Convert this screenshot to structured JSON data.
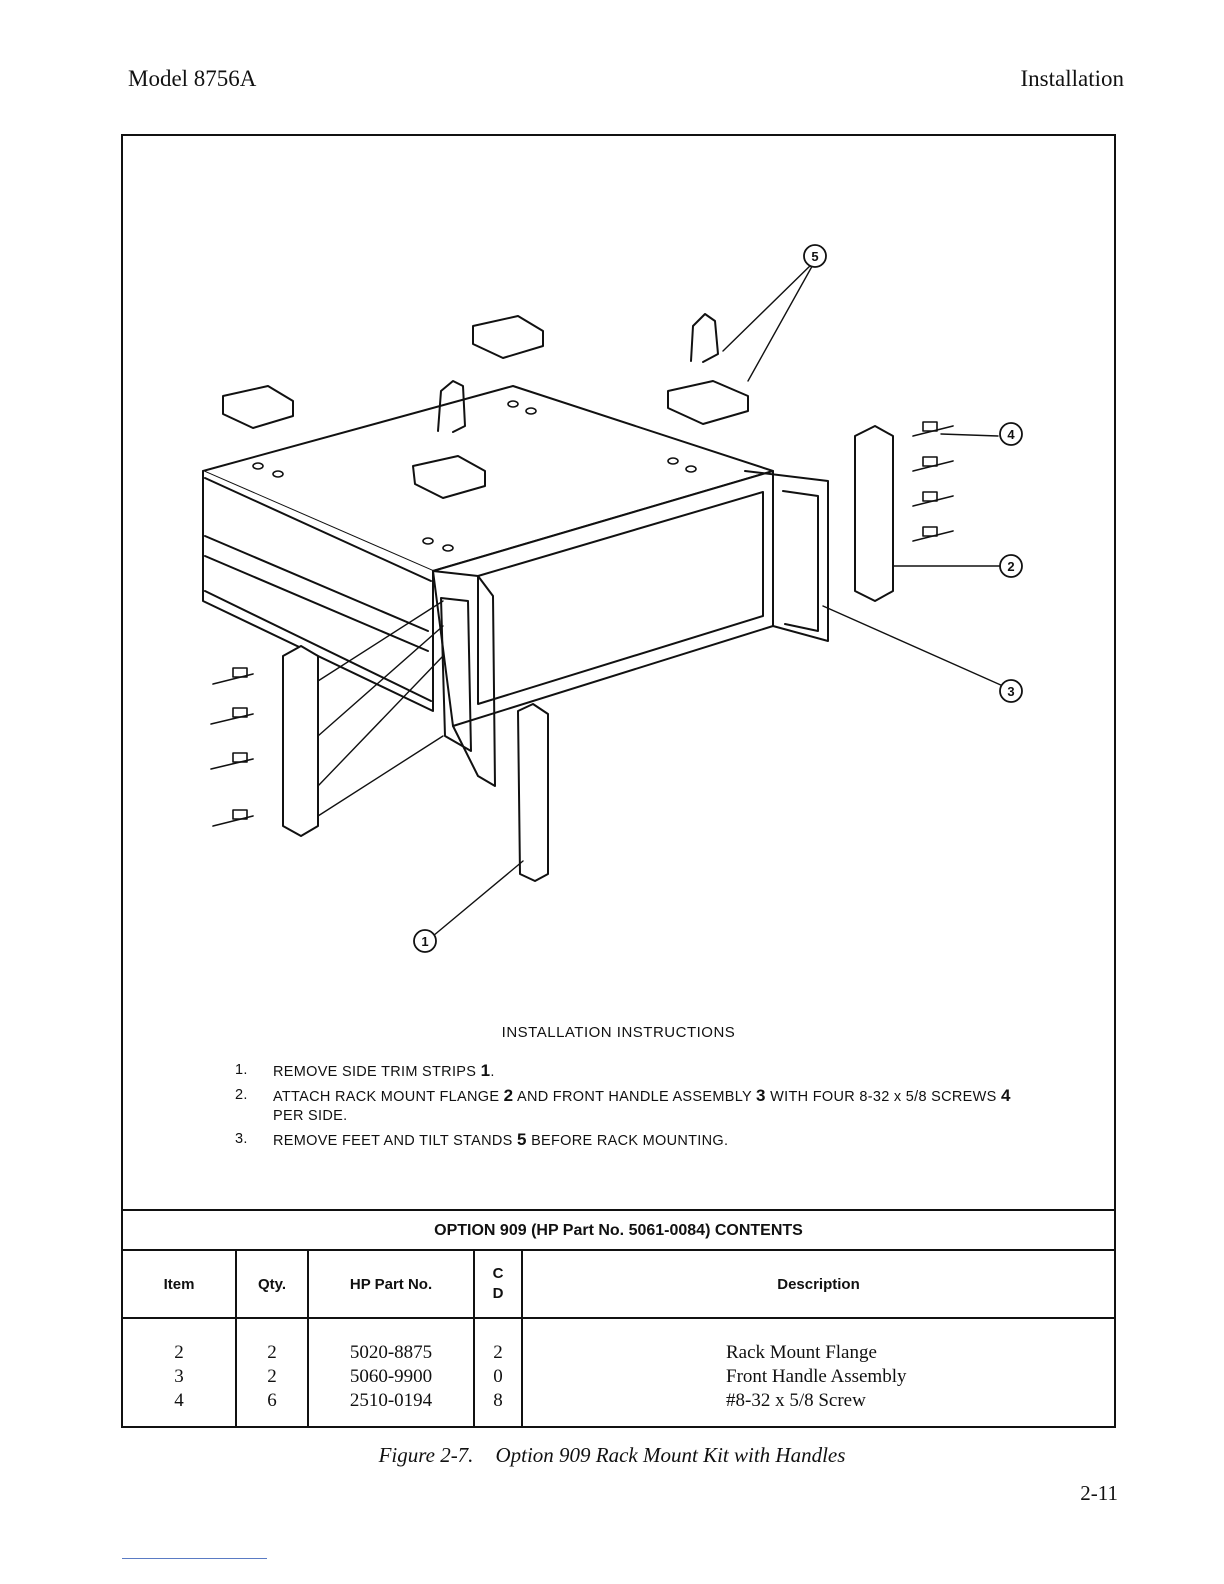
{
  "header": {
    "model": "Model 8756A",
    "section": "Installation"
  },
  "figure": {
    "icon": "rack-mount-exploded-diagram",
    "callouts": [
      "1",
      "2",
      "3",
      "4",
      "5"
    ]
  },
  "instructions": {
    "title": "INSTALLATION INSTRUCTIONS",
    "steps": [
      {
        "num": "1.",
        "text": "REMOVE SIDE TRIM STRIPS",
        "ref": "1",
        "tail": "."
      },
      {
        "num": "2.",
        "text": "ATTACH RACK MOUNT FLANGE",
        "ref": "2",
        "mid": "AND FRONT HANDLE ASSEMBLY",
        "ref2": "3",
        "mid2": "WITH FOUR 8-32 x 5/8 SCREWS",
        "ref3": "4",
        "tail": "PER SIDE."
      },
      {
        "num": "3.",
        "text": "REMOVE FEET AND TILT STANDS",
        "ref": "5",
        "tail": "BEFORE RACK MOUNTING."
      }
    ]
  },
  "table": {
    "title": "OPTION 909 (HP Part No. 5061-0084) CONTENTS",
    "headers": {
      "item": "Item",
      "qty": "Qty.",
      "part": "HP Part No.",
      "cd_top": "C",
      "cd_bottom": "D",
      "desc": "Description"
    },
    "rows": [
      {
        "item": "2",
        "qty": "2",
        "part": "5020-8875",
        "cd": "2",
        "desc": "Rack Mount Flange"
      },
      {
        "item": "3",
        "qty": "2",
        "part": "5060-9900",
        "cd": "0",
        "desc": "Front Handle Assembly"
      },
      {
        "item": "4",
        "qty": "6",
        "part": "2510-0194",
        "cd": "8",
        "desc": "#8-32 x 5/8 Screw"
      }
    ]
  },
  "caption": {
    "figure": "Figure 2-7.",
    "title": "Option 909 Rack Mount Kit with Handles"
  },
  "page_number": "2-11"
}
